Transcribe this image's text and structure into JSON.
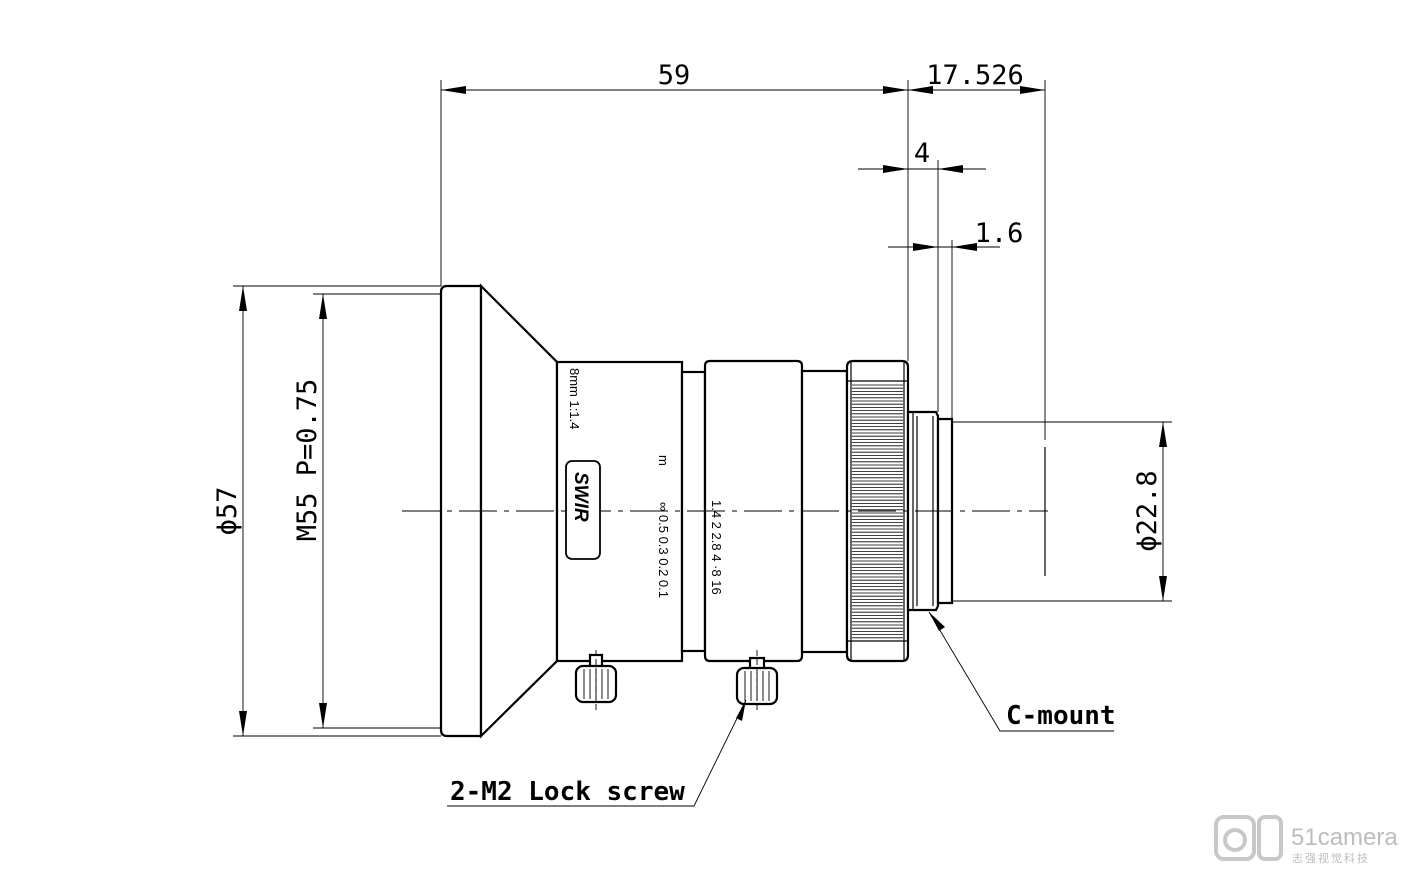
{
  "dimensions": {
    "overall_length": "59",
    "flange_distance": "17.526",
    "thread_length": "4",
    "mount_step": "1.6",
    "front_diameter": "ϕ57",
    "filter_thread": "M55 P=0.75",
    "mount_diameter": "ϕ22.8"
  },
  "callouts": {
    "mount": "C-mount",
    "lock_screw": "2-M2 Lock screw"
  },
  "engravings": {
    "focal_spec": "8mm 1:1.4",
    "badge": "SWIR",
    "distance_unit": "m",
    "distance_scale": "∞  0.5 0.3 0.2 0.1",
    "aperture_scale": "1.4  2  2.8  4  ·8 16"
  },
  "watermark": {
    "logo_text": "51camera",
    "tagline": "志强视觉科技"
  }
}
